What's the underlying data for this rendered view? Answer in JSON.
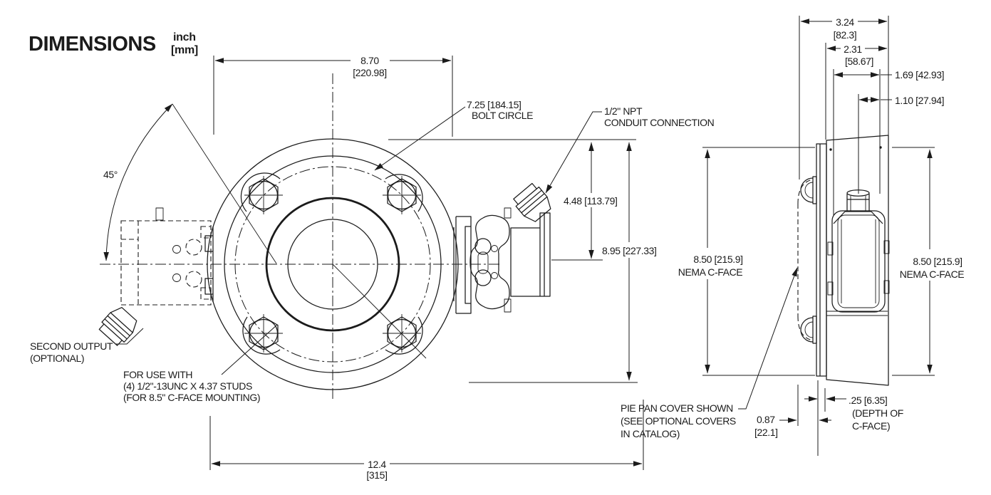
{
  "page": {
    "title": "DIMENSIONS",
    "units_line1": "inch",
    "units_line2": "[mm]"
  },
  "front_view": {
    "dim_width_top_in": "8.70",
    "dim_width_top_mm": "[220.98]",
    "bolt_circle_line1": "7.25 [184.15]",
    "bolt_circle_line2": "BOLT CIRCLE",
    "conduit_line1": "1/2\" NPT",
    "conduit_line2": "CONDUIT CONNECTION",
    "angle": "45°",
    "second_output_line1": "SECOND OUTPUT",
    "second_output_line2": "(OPTIONAL)",
    "studs_line1": "FOR USE WITH",
    "studs_line2": "(4) 1/2\"-13UNC X 4.37 STUDS",
    "studs_line3": "(FOR 8.5\" C-FACE MOUNTING)",
    "dim_conduit_height": "4.48 [113.79]",
    "dim_overall_height": "8.95 [227.33]",
    "dim_width_bottom_in": "12.4",
    "dim_width_bottom_mm": "[315]"
  },
  "side_view": {
    "dim_depth_total_in": "3.24",
    "dim_depth_total_mm": "[82.3]",
    "dim_depth_cover_in": "2.31",
    "dim_depth_cover_mm": "[58.67]",
    "dim_169": "1.69 [42.93]",
    "dim_110": "1.10 [27.94]",
    "cface_left_line1": "8.50 [215.9]",
    "cface_left_line2": "NEMA C-FACE",
    "cface_right_line1": "8.50 [215.9]",
    "cface_right_line2": "NEMA C-FACE",
    "pie_pan_line1": "PIE PAN COVER SHOWN",
    "pie_pan_line2": "(SEE OPTIONAL COVERS",
    "pie_pan_line3": "IN CATALOG)",
    "dim_087_in": "0.87",
    "dim_087_mm": "[22.1]",
    "cface_depth_line1": ".25 [6.35]",
    "cface_depth_line2": "(DEPTH OF",
    "cface_depth_line3": "C-FACE)"
  },
  "colors": {
    "ink": "#1b1b1b",
    "background": "#ffffff"
  }
}
